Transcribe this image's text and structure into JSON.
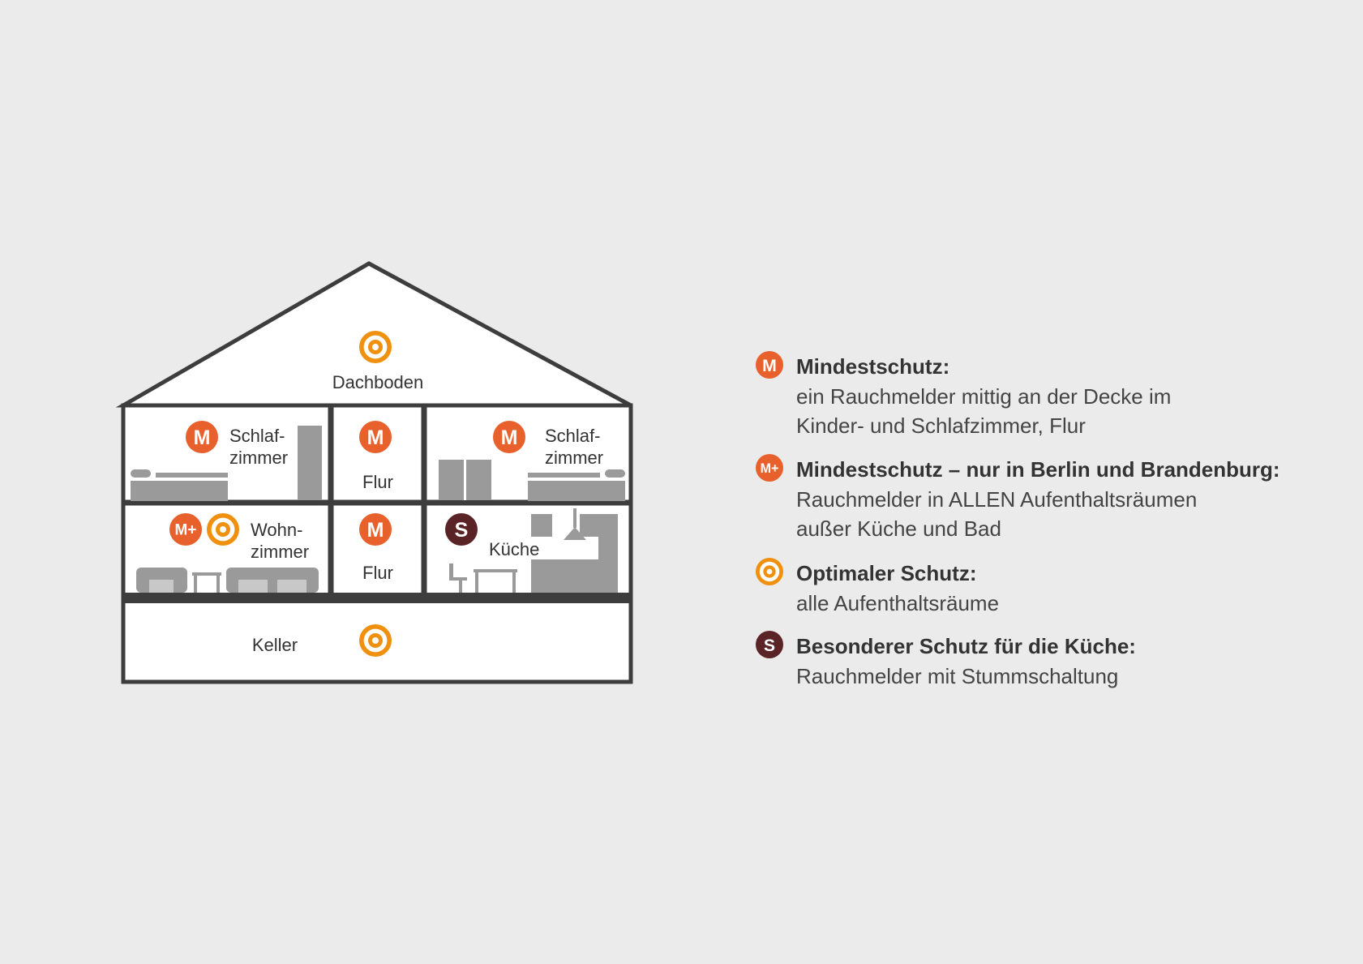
{
  "colors": {
    "background": "#ebebeb",
    "outline": "#3d3d3d",
    "furniture": "#9a9a9a",
    "minimum": "#e8602c",
    "optimal": "#f0900f",
    "special": "#5a2326"
  },
  "icons": {
    "minimum": {
      "name": "minimum-protection-icon",
      "glyph": "M"
    },
    "minimum_plus": {
      "name": "minimum-plus-icon",
      "glyph": "M+"
    },
    "optimal": {
      "name": "optimal-protection-icon",
      "glyph": ""
    },
    "special": {
      "name": "kitchen-special-icon",
      "glyph": "S"
    }
  },
  "rooms": {
    "dachboden": "Dachboden",
    "schlafzimmer_left": [
      "Schlaf-",
      "zimmer"
    ],
    "flur_upper": "Flur",
    "schlafzimmer_right": [
      "Schlaf-",
      "zimmer"
    ],
    "wohnzimmer": [
      "Wohn-",
      "zimmer"
    ],
    "flur_lower": "Flur",
    "kueche": "Küche",
    "keller": "Keller"
  },
  "legend": [
    {
      "icon": "minimum",
      "title": "Mindestschutz:",
      "lines": [
        "ein Rauchmelder mittig an der Decke im",
        "Kinder- und Schlafzimmer, Flur"
      ]
    },
    {
      "icon": "minimum_plus",
      "title": "Mindestschutz – nur in Berlin und Brandenburg:",
      "lines": [
        "Rauchmelder in ALLEN Aufenthaltsräumen",
        "außer Küche und Bad"
      ]
    },
    {
      "icon": "optimal",
      "title": "Optimaler Schutz:",
      "lines": [
        "alle Aufenthaltsräume"
      ]
    },
    {
      "icon": "special",
      "title": "Besonderer Schutz für die Küche:",
      "lines": [
        "Rauchmelder mit Stummschaltung"
      ]
    }
  ]
}
